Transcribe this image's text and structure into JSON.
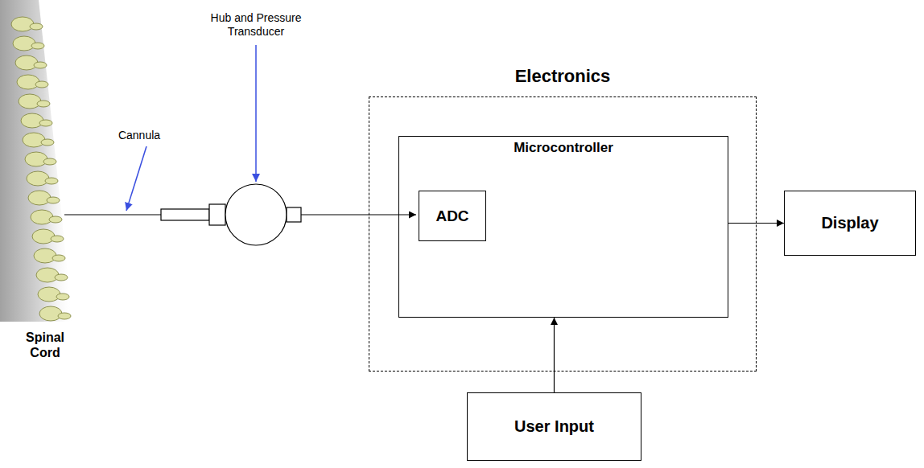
{
  "diagram": {
    "nodes": [
      {
        "text": [
          "Electronics"
        ]
      },
      {
        "text": [
          "Microcontroller"
        ],
        "in": 0
      },
      {
        "text": [
          "ADC"
        ],
        "in": 1
      },
      {
        "text": [
          "Display"
        ]
      },
      {
        "text": [
          "User Input"
        ]
      }
    ],
    "edges": [
      {
        "from": 1,
        "to": 3,
        "arrow": "to"
      },
      {
        "from": 4,
        "to": 1,
        "arrow": "to"
      }
    ],
    "labels": [
      "Cannula",
      "Hub and Pressure Transducer",
      "Spinal Cord"
    ]
  }
}
